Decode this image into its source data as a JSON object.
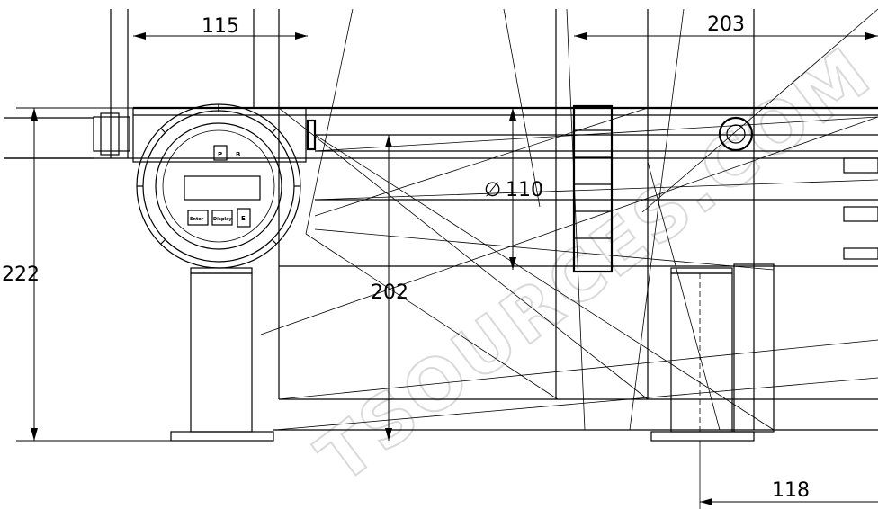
{
  "dimensions": {
    "top_left": "115",
    "top_right": "203",
    "diameter": "110",
    "diameter_symbol": "∅",
    "height_total": "222",
    "height_inner": "202",
    "bottom_right": "118"
  },
  "display_unit": {
    "button_p": "P",
    "button_b": "B",
    "key_1": "Enter",
    "key_2": "Display",
    "key_3": "E"
  },
  "watermark": "TSOURCES.COM"
}
